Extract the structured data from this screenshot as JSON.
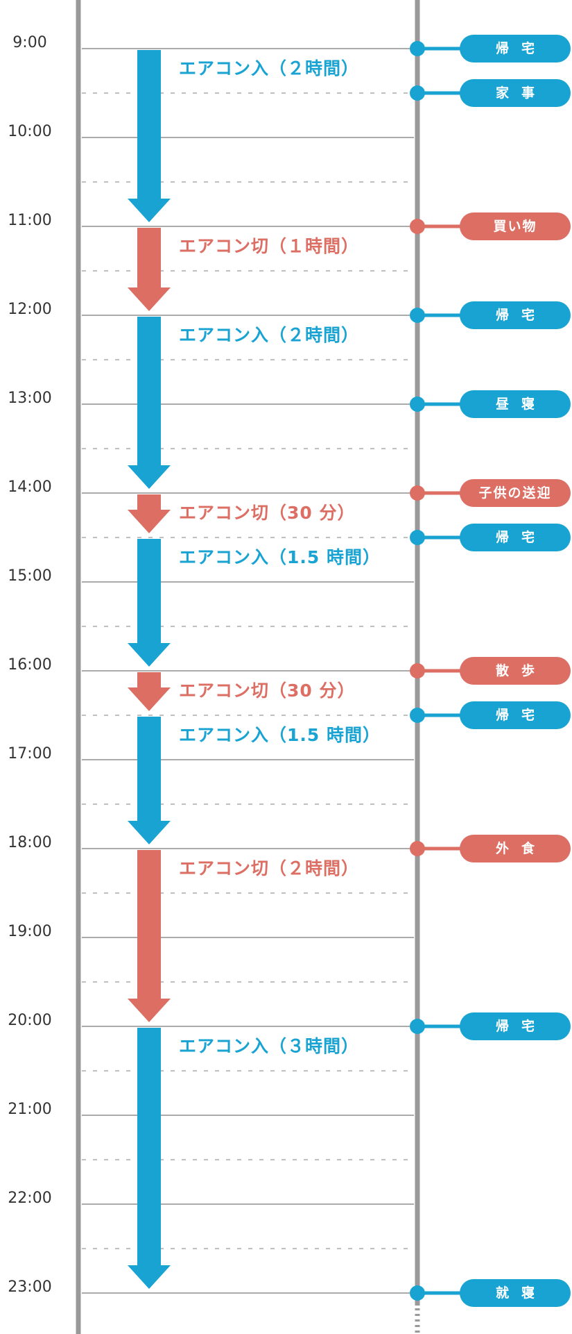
{
  "colors": {
    "on": "#18a3d3",
    "off": "#dc6e63",
    "axis": "#999999",
    "line": "#aaaaaa",
    "text": "#333333"
  },
  "time_labels": [
    "9:00",
    "10:00",
    "11:00",
    "12:00",
    "13:00",
    "14:00",
    "15:00",
    "16:00",
    "17:00",
    "18:00",
    "19:00",
    "20:00",
    "21:00",
    "22:00",
    "23:00"
  ],
  "axis_start_hour": 9,
  "ac_periods": [
    {
      "state": "on",
      "start": 9.0,
      "end": 11.0,
      "label": "エアコン入（２時間）"
    },
    {
      "state": "off",
      "start": 11.0,
      "end": 12.0,
      "label": "エアコン切（１時間）"
    },
    {
      "state": "on",
      "start": 12.0,
      "end": 14.0,
      "label": "エアコン入（２時間）"
    },
    {
      "state": "off",
      "start": 14.0,
      "end": 14.5,
      "label": "エアコン切（30 分）"
    },
    {
      "state": "on",
      "start": 14.5,
      "end": 16.0,
      "label": "エアコン入（1.5 時間）"
    },
    {
      "state": "off",
      "start": 16.0,
      "end": 16.5,
      "label": "エアコン切（30 分）"
    },
    {
      "state": "on",
      "start": 16.5,
      "end": 18.0,
      "label": "エアコン入（1.5 時間）"
    },
    {
      "state": "off",
      "start": 18.0,
      "end": 20.0,
      "label": "エアコン切（２時間）"
    },
    {
      "state": "on",
      "start": 20.0,
      "end": 23.0,
      "label": "エアコン入（３時間）"
    }
  ],
  "events": [
    {
      "time": 9.0,
      "type": "on",
      "label": "帰宅",
      "spaced": true
    },
    {
      "time": 9.5,
      "type": "on",
      "label": "家事",
      "spaced": true
    },
    {
      "time": 11.0,
      "type": "off",
      "label": "買い物",
      "spaced": false
    },
    {
      "time": 12.0,
      "type": "on",
      "label": "帰宅",
      "spaced": true
    },
    {
      "time": 13.0,
      "type": "on",
      "label": "昼寝",
      "spaced": true
    },
    {
      "time": 14.0,
      "type": "off",
      "label": "子供の送迎",
      "spaced": false
    },
    {
      "time": 14.5,
      "type": "on",
      "label": "帰宅",
      "spaced": true
    },
    {
      "time": 16.0,
      "type": "off",
      "label": "散歩",
      "spaced": true
    },
    {
      "time": 16.5,
      "type": "on",
      "label": "帰宅",
      "spaced": true
    },
    {
      "time": 18.0,
      "type": "off",
      "label": "外食",
      "spaced": true
    },
    {
      "time": 20.0,
      "type": "on",
      "label": "帰宅",
      "spaced": true
    },
    {
      "time": 23.0,
      "type": "on",
      "label": "就寝",
      "spaced": true
    }
  ]
}
